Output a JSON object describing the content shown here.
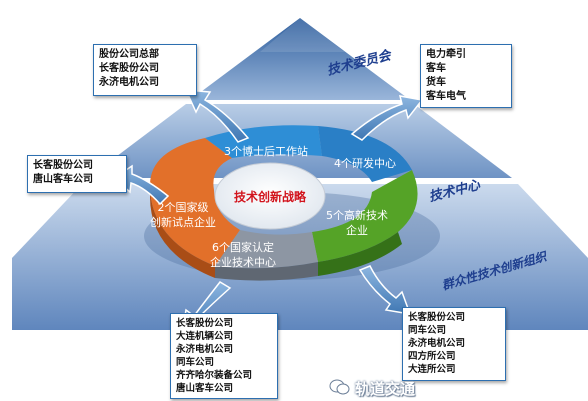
{
  "center": {
    "label": "技术创新战略"
  },
  "tiers": {
    "top": "技术委员会",
    "middle": "技术中心",
    "bottom": "群众性技术创新组织"
  },
  "segments": {
    "postdoc": [
      "3个博士后工作站"
    ],
    "rd": [
      "4个研发中心"
    ],
    "hightech": [
      "5个高新技术",
      "企业"
    ],
    "national_center": [
      "6个国家认定",
      "企业技术中心"
    ],
    "pilot": [
      "2个国家级",
      "创新试点企业"
    ]
  },
  "boxes": {
    "top_left": [
      "股份公司总部",
      "长客股份公司",
      "永济电机公司"
    ],
    "top_right": [
      "电力牵引",
      "客车",
      "货车",
      "客车电气"
    ],
    "mid_left": [
      "长客股份公司",
      "唐山客车公司"
    ],
    "bottom_left": [
      "长客股份公司",
      "大连机辆公司",
      "永济电机公司",
      "同车公司",
      "齐齐哈尔装备公司",
      "唐山客车公司"
    ],
    "bottom_right": [
      "长客股份公司",
      "同车公司",
      "永济电机公司",
      "四方所公司",
      "大连所公司"
    ]
  },
  "watermark": {
    "text": "轨道交通"
  },
  "colors": {
    "pyramid_dark": "#3f6aa6",
    "pyramid_light": "#c9d9ee",
    "orange": "#e2702a",
    "blue": "#2e8ed6",
    "green": "#55a327",
    "gray": "#8d96a3",
    "center_text": "#d2141d",
    "arrow": "#5f93c8"
  }
}
